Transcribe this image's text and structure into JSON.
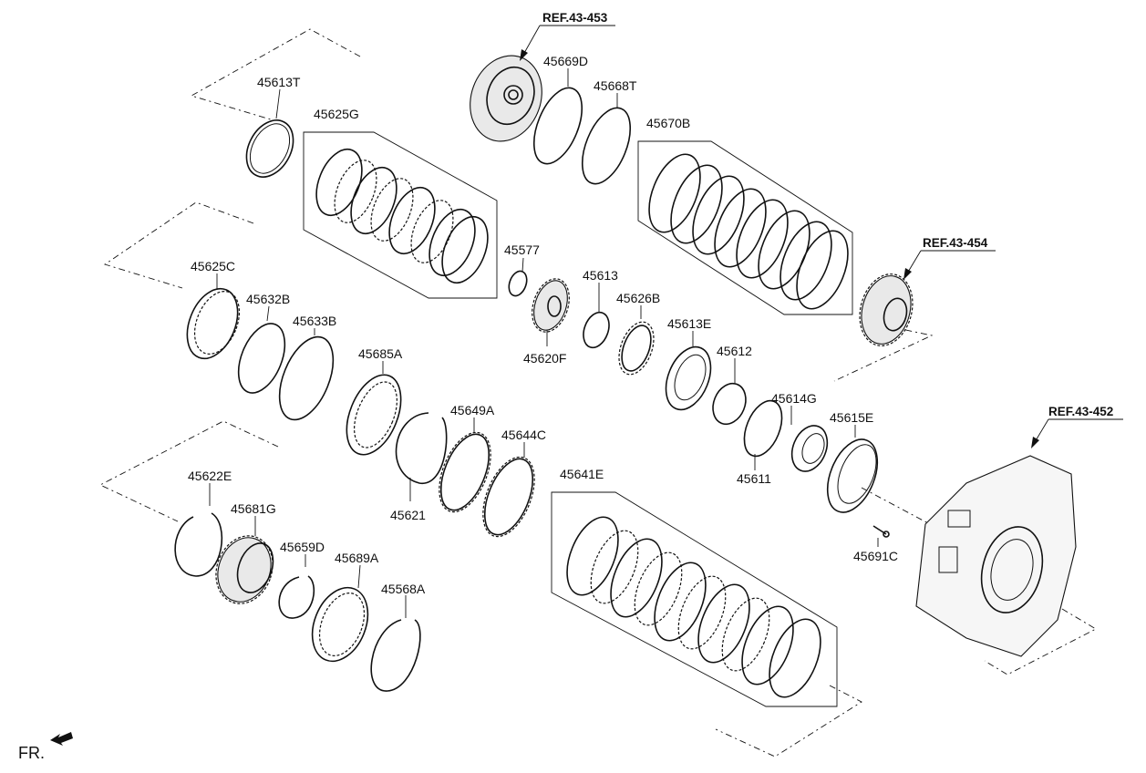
{
  "parts": {
    "p45613T": "45613T",
    "p45625G": "45625G",
    "p45669D": "45669D",
    "p45668T": "45668T",
    "p45670B": "45670B",
    "p45577": "45577",
    "p45613": "45613",
    "p45626B": "45626B",
    "p45620F": "45620F",
    "p45625C": "45625C",
    "p45632B": "45632B",
    "p45633B": "45633B",
    "p45685A": "45685A",
    "p45613E": "45613E",
    "p45612": "45612",
    "p45614G": "45614G",
    "p45615E": "45615E",
    "p45611": "45611",
    "p45649A": "45649A",
    "p45644C": "45644C",
    "p45621": "45621",
    "p45641E": "45641E",
    "p45691C": "45691C",
    "p45622E": "45622E",
    "p45681G": "45681G",
    "p45659D": "45659D",
    "p45689A": "45689A",
    "p45568A": "45568A"
  },
  "refs": {
    "r453": "REF.43-453",
    "r454": "REF.43-454",
    "r452": "REF.43-452"
  },
  "front_marker": "FR."
}
